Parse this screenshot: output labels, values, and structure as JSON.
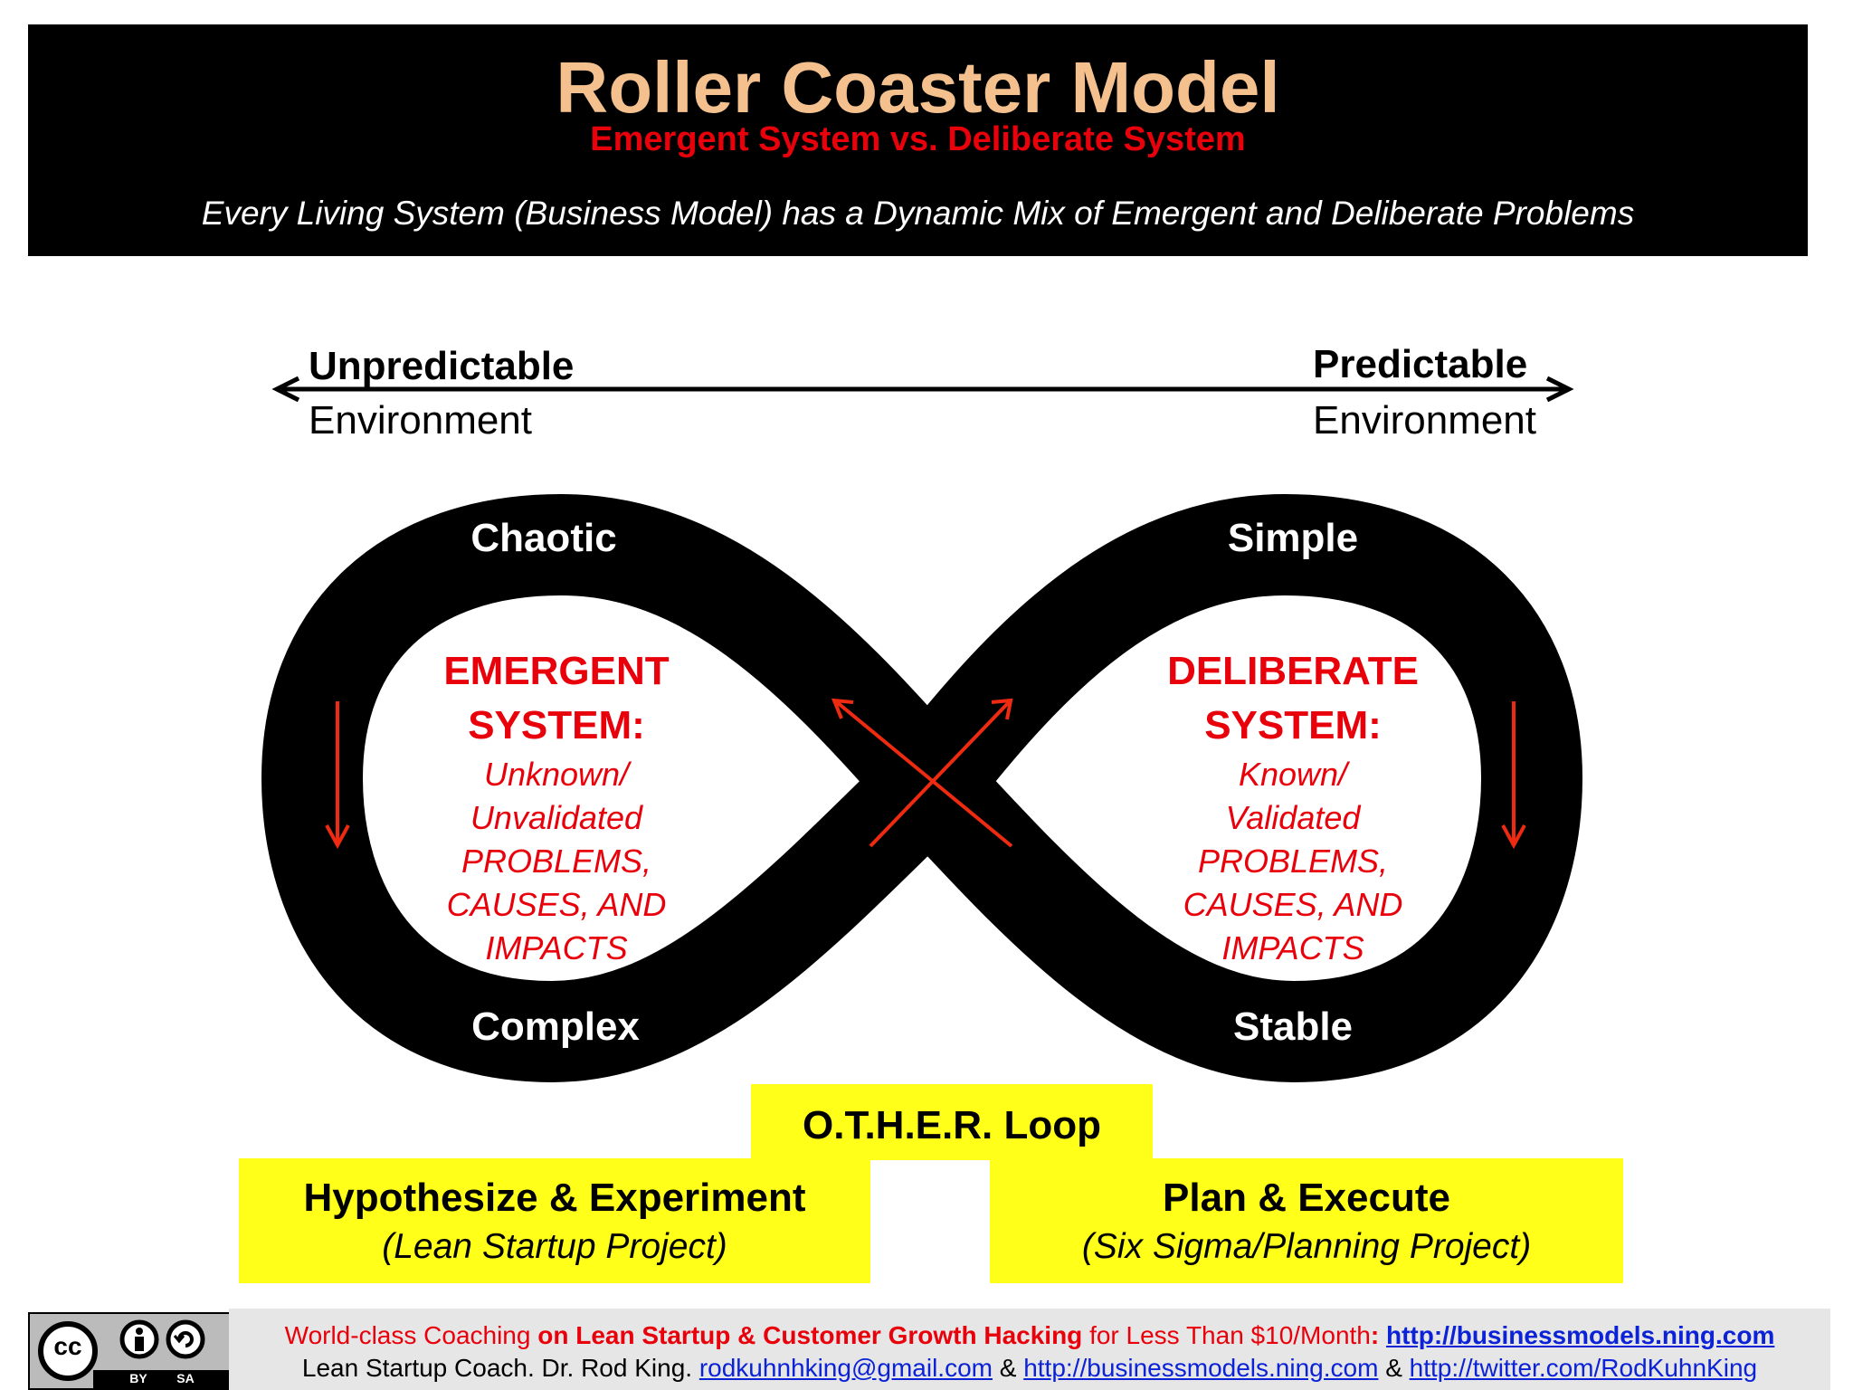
{
  "header": {
    "title": "Roller Coaster Model",
    "subtitle": "Emergent System vs. Deliberate System",
    "tagline": "Every Living System (Business Model) has a Dynamic Mix of Emergent and Deliberate Problems"
  },
  "axis": {
    "left_bold": "Unpredictable",
    "left_plain": "Environment",
    "right_bold": "Predictable",
    "right_plain": "Environment"
  },
  "loop_labels": {
    "top_left": "Chaotic",
    "top_right": "Simple",
    "bottom_left": "Complex",
    "bottom_right": "Stable"
  },
  "emergent": {
    "title_1": "EMERGENT",
    "title_2": "SYSTEM:",
    "lines": [
      "Unknown/",
      "Unvalidated",
      "PROBLEMS,",
      "CAUSES, AND",
      "IMPACTS"
    ]
  },
  "deliberate": {
    "title_1": "DELIBERATE",
    "title_2": "SYSTEM:",
    "lines": [
      "Known/",
      "Validated",
      "PROBLEMS,",
      "CAUSES, AND",
      "IMPACTS"
    ]
  },
  "other_loop": {
    "label": "O.T.H.E.R. Loop",
    "left_title": "Hypothesize & Experiment",
    "left_sub": "(Lean Startup Project)",
    "right_title": "Plan & Execute",
    "right_sub": "(Six Sigma/Planning Project)"
  },
  "license": {
    "cc": "cc",
    "by": "BY",
    "sa": "SA"
  },
  "footer": {
    "line1_a": "World-class Coaching ",
    "line1_b": "on Lean Startup & Customer Growth Hacking",
    "line1_c": " for Less Than $10/Month",
    "line1_d": ": ",
    "line1_link": "http://businessmodels.ning.com",
    "line2_a": "Lean Startup Coach. Dr. Rod King. ",
    "line2_email": "rodkuhnhking@gmail.com",
    "line2_amp1": " & ",
    "line2_link1": "http://businessmodels.ning.com",
    "line2_amp2": " & ",
    "line2_link2": "http://twitter.com/RodKuhnKing"
  },
  "colors": {
    "title": "#f4c08e",
    "accent_red": "#e8000b",
    "highlight_yellow": "#ffff1a",
    "link_blue": "#0b22d6"
  }
}
